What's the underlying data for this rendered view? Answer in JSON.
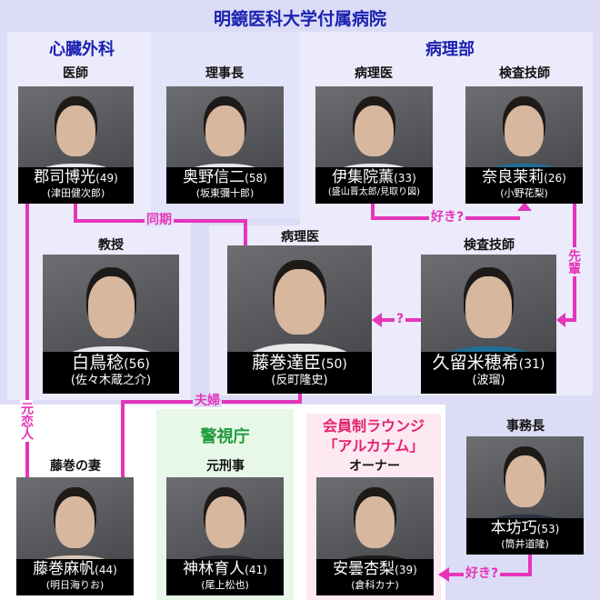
{
  "title": "明鏡医科大学付属病院",
  "departments": {
    "cardiac": "心臓外科",
    "pathology": "病理部",
    "police": "警視庁",
    "lounge_line1": "会員制ラウンジ",
    "lounge_line2": "「アルカナム」"
  },
  "people": [
    {
      "role": "医師",
      "name": "郡司博光",
      "age": "(49)",
      "actor": "(津田健次郎)"
    },
    {
      "role": "理事長",
      "name": "奥野信二",
      "age": "(58)",
      "actor": "(坂東彌十郎)"
    },
    {
      "role": "病理医",
      "name": "伊集院薫",
      "age": "(33)",
      "actor": "(盛山晋太郎/見取り図)"
    },
    {
      "role": "検査技師",
      "name": "奈良茉莉",
      "age": "(26)",
      "actor": "(小野花梨)"
    },
    {
      "role": "教授",
      "name": "白鳥稔",
      "age": "(56)",
      "actor": "(佐々木蔵之介)"
    },
    {
      "role": "病理医",
      "name": "藤巻達臣",
      "age": "(50)",
      "actor": "(反町隆史)"
    },
    {
      "role": "検査技師",
      "name": "久留米穂希",
      "age": "(31)",
      "actor": "(波瑠)"
    },
    {
      "role": "藤巻の妻",
      "name": "藤巻麻帆",
      "age": "(44)",
      "actor": "(明日海りお)"
    },
    {
      "role": "元刑事",
      "name": "神林育人",
      "age": "(41)",
      "actor": "(尾上松也)"
    },
    {
      "role": "オーナー",
      "name": "安曇杏梨",
      "age": "(39)",
      "actor": "(倉科カナ)"
    },
    {
      "role": "事務長",
      "name": "本坊巧",
      "age": "(53)",
      "actor": "(筒井道隆)"
    }
  ],
  "relations": {
    "douki": "同期",
    "suki1": "好き?",
    "senpai": "先輩",
    "question": "?",
    "motokoibito": "元恋人",
    "fuufu": "夫婦",
    "suki2": "好き?"
  },
  "colors": {
    "line": "#e535b9",
    "title": "#1a22b0",
    "police": "#1f9a3c",
    "lounge": "#e3246d"
  }
}
